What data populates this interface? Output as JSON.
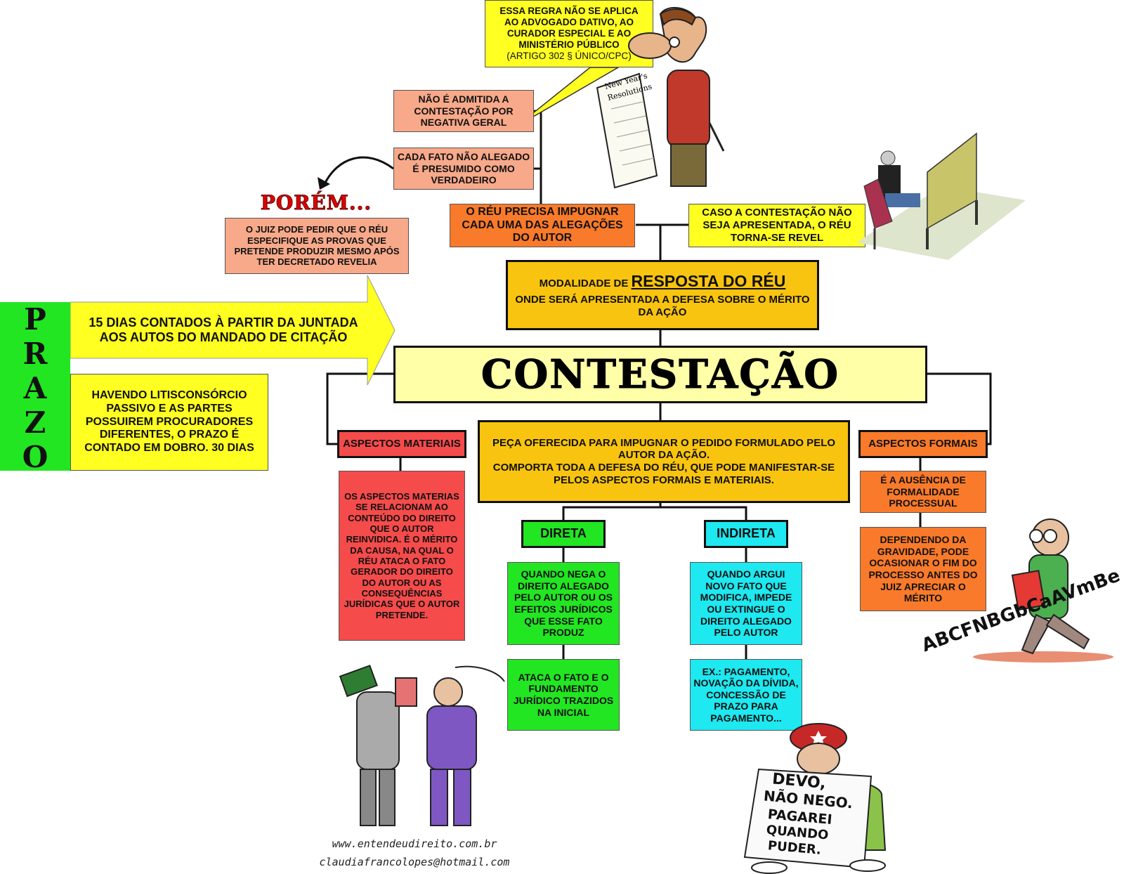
{
  "top_note": {
    "lines": [
      "ESSA REGRA NÃO SE APLICA",
      "AO ADVOGADO DATIVO, AO",
      "CURADOR ESPECIAL E AO",
      "MINISTÉRIO PÚBLICO"
    ],
    "citation": "(ARTIGO 302 § ÚNICO/CPC)"
  },
  "negativa_geral": "NÃO É ADMITIDA A CONTESTAÇÃO POR NEGATIVA GERAL",
  "fato_nao_alegado": "CADA FATO NÃO ALEGADO É PRESUMIDO COMO VERDADEIRO",
  "porem": {
    "title": "PORÉM...",
    "text": "O JUIZ PODE PEDIR QUE O RÉU ESPECIFIQUE AS PROVAS QUE PRETENDE PRODUZIR MESMO APÓS TER DECRETADO REVELIA"
  },
  "impugnar": "O RÉU PRECISA IMPUGNAR CADA UMA DAS ALEGAÇÕES DO AUTOR",
  "revel": "CASO A CONTESTAÇÃO NÃO SEJA APRESENTADA, O RÉU TORNA-SE REVEL",
  "modalidade": {
    "prefix": "MODALIDADE DE",
    "highlight": "RESPOSTA DO RÉU",
    "rest": "ONDE SERÁ APRESENTADA A DEFESA SOBRE O MÉRITO DA AÇÃO"
  },
  "prazo": {
    "title_letters": [
      "P",
      "R",
      "A",
      "Z",
      "O"
    ],
    "arrow_text": "15 DIAS CONTADOS À PARTIR DA JUNTADA AOS AUTOS DO MANDADO DE CITAÇÃO",
    "litis_text": "HAVENDO LITISCONSÓRCIO PASSIVO E AS PARTES POSSUIREM PROCURADORES DIFERENTES, O PRAZO É CONTADO EM DOBRO. 30 DIAS"
  },
  "main_title": "CONTESTAÇÃO",
  "peca": {
    "line1": "PEÇA OFERECIDA PARA IMPUGNAR O PEDIDO FORMULADO PELO AUTOR DA AÇÃO.",
    "line2": "COMPORTA TODA A DEFESA DO RÉU, QUE PODE MANIFESTAR-SE PELOS ASPECTOS FORMAIS E MATERIAIS."
  },
  "materiais": {
    "label": "ASPECTOS MATERIAIS",
    "text": "OS ASPECTOS MATERIAS SE RELACIONAM AO CONTEÚDO DO DIREITO QUE O AUTOR REINVIDICA. É O MÉRITO DA CAUSA, NA QUAL O RÉU ATACA O FATO GERADOR DO DIREITO DO AUTOR OU AS CONSEQUÊNCIAS JURÍDICAS QUE O AUTOR PRETENDE."
  },
  "formais": {
    "label": "ASPECTOS FORMAIS",
    "text1": "É A AUSÊNCIA DE FORMALIDADE PROCESSUAL",
    "text2": "DEPENDENDO DA GRAVIDADE, PODE OCASIONAR O FIM DO PROCESSO ANTES DO JUIZ APRECIAR O MÉRITO"
  },
  "direta": {
    "label": "DIRETA",
    "text1": "QUANDO NEGA O DIREITO ALEGADO PELO AUTOR OU OS EFEITOS JURÍDICOS QUE ESSE FATO PRODUZ",
    "text2": "ATACA O FATO E O FUNDAMENTO JURÍDICO TRAZIDOS NA INICIAL"
  },
  "indireta": {
    "label": "INDIRETA",
    "text1": "QUANDO ARGUI NOVO FATO QUE MODIFICA, IMPEDE OU EXTINGUE O DIREITO ALEGADO PELO AUTOR",
    "text2": "EX.: PAGAMENTO, NOVAÇÃO DA DÍVIDA, CONCESSÃO DE PRAZO PARA PAGAMENTO..."
  },
  "sign_text": [
    "DEVO,",
    "NÃO NEGO.",
    "PAGAREI",
    "QUANDO",
    "PUDER."
  ],
  "scroll_text": [
    "New Year's",
    "Resolutions"
  ],
  "letters_text": "ABCFNBGbCaAVmBeAs",
  "footer": {
    "website": "www.entendeudireito.com.br",
    "email": "claudiafrancolopes@hotmail.com"
  },
  "colors": {
    "green": "#22e622",
    "yellow": "#ffff22",
    "gold": "#f9c40f",
    "orange": "#f97a2a",
    "salmon": "#f7a98a",
    "red": "#f54b4b",
    "cyan": "#1ee8f0",
    "cream": "#ffffa8",
    "porem_red": "#e00000"
  }
}
